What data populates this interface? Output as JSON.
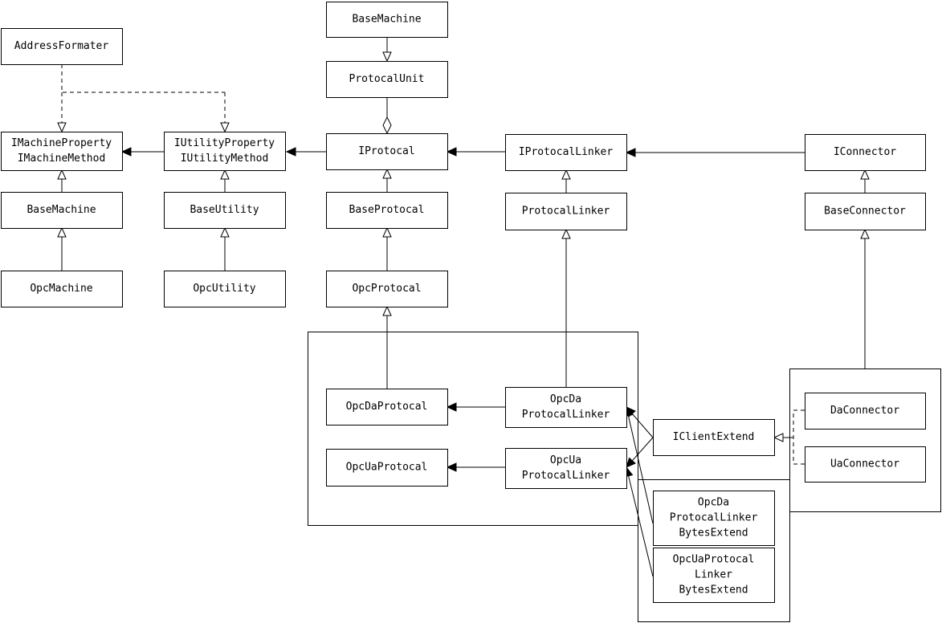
{
  "nodes": [
    {
      "id": "base_machine_top",
      "lines": [
        "BaseMachine"
      ]
    },
    {
      "id": "protocal_unit",
      "lines": [
        "ProtocalUnit"
      ]
    },
    {
      "id": "address_formater",
      "lines": [
        "AddressFormater"
      ]
    },
    {
      "id": "imachine",
      "lines": [
        "IMachineProperty",
        "IMachineMethod"
      ]
    },
    {
      "id": "iutility",
      "lines": [
        "IUtilityProperty",
        "IUtilityMethod"
      ]
    },
    {
      "id": "iprotocal",
      "lines": [
        "IProtocal"
      ]
    },
    {
      "id": "iprotocal_linker",
      "lines": [
        "IProtocalLinker"
      ]
    },
    {
      "id": "iconnector",
      "lines": [
        "IConnector"
      ]
    },
    {
      "id": "base_machine",
      "lines": [
        "BaseMachine"
      ]
    },
    {
      "id": "base_utility",
      "lines": [
        "BaseUtility"
      ]
    },
    {
      "id": "base_protocal",
      "lines": [
        "BaseProtocal"
      ]
    },
    {
      "id": "protocal_linker",
      "lines": [
        "ProtocalLinker"
      ]
    },
    {
      "id": "base_connector",
      "lines": [
        "BaseConnector"
      ]
    },
    {
      "id": "opc_machine",
      "lines": [
        "OpcMachine"
      ]
    },
    {
      "id": "opc_utility",
      "lines": [
        "OpcUtility"
      ]
    },
    {
      "id": "opc_protocal",
      "lines": [
        "OpcProtocal"
      ]
    },
    {
      "id": "opcda_protocal",
      "lines": [
        "OpcDaProtocal"
      ]
    },
    {
      "id": "opcda_linker",
      "lines": [
        "OpcDa",
        "ProtocalLinker"
      ]
    },
    {
      "id": "opcua_protocal",
      "lines": [
        "OpcUaProtocal"
      ]
    },
    {
      "id": "opcua_linker",
      "lines": [
        "OpcUa",
        "ProtocalLinker"
      ]
    },
    {
      "id": "iclient_extend",
      "lines": [
        "IClientExtend"
      ]
    },
    {
      "id": "da_connector",
      "lines": [
        "DaConnector"
      ]
    },
    {
      "id": "ua_connector",
      "lines": [
        "UaConnector"
      ]
    },
    {
      "id": "opcda_bytes",
      "lines": [
        "OpcDa",
        "ProtocalLinker",
        "BytesExtend"
      ]
    },
    {
      "id": "opcua_bytes",
      "lines": [
        "OpcUaProtocal",
        "Linker",
        "BytesExtend"
      ]
    }
  ]
}
